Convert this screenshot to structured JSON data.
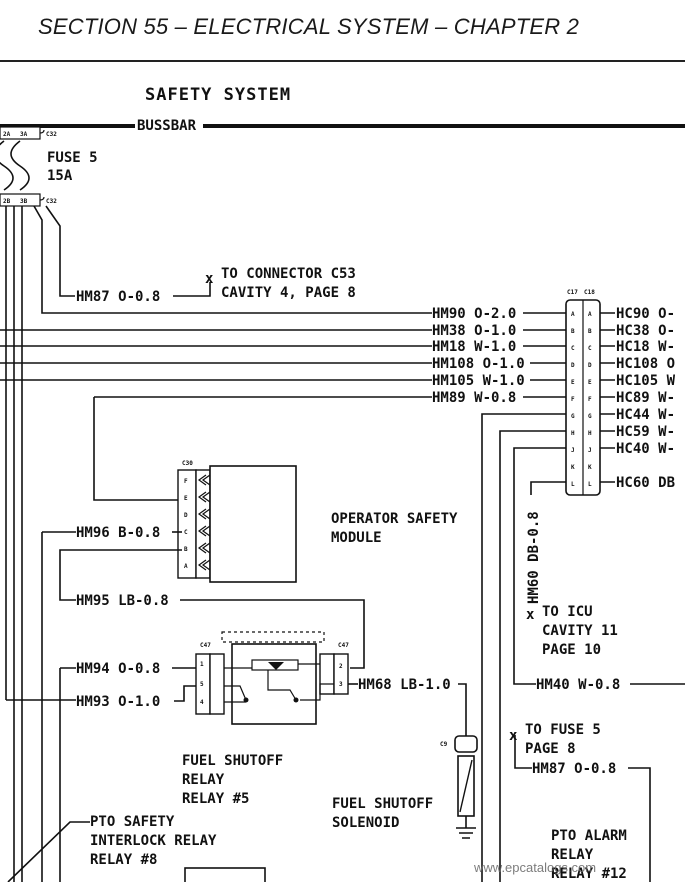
{
  "header": {
    "title": "SECTION 55 – ELECTRICAL SYSTEM – CHAPTER 2"
  },
  "diagram": {
    "title": "SAFETY SYSTEM",
    "bussbar": "BUSSBAR",
    "fuse": {
      "name": "FUSE 5",
      "rating": "15A",
      "top_pins": [
        "2A",
        "3A"
      ],
      "top_conn": "C32",
      "bottom_pins": [
        "2B",
        "3B"
      ],
      "bottom_conn": "C32"
    },
    "c53_note": {
      "line1": "TO CONNECTOR C53",
      "line2": "CAVITY 4, PAGE 8"
    },
    "hm87_top": "HM87 O-0.8",
    "connector_c17": {
      "left_label": "C17",
      "right_label": "C18",
      "pins": [
        "A",
        "B",
        "C",
        "D",
        "E",
        "F",
        "G",
        "H",
        "J",
        "K",
        "L"
      ]
    },
    "left_wires": [
      "HM90 O-2.0",
      "HM38 O-1.0",
      "HM18 W-1.0",
      "HM108 O-1.0",
      "HM105 W-1.0",
      "HM89 W-0.8"
    ],
    "right_wires": [
      "HC90 O-",
      "HC38 O-",
      "HC18 W-",
      "HC108 O",
      "HC105 W",
      "HC89 W-",
      "HC44 W-",
      "HC59 W-",
      "HC40 W-",
      "HC60 DB"
    ],
    "module": {
      "connector": "C30",
      "pins": [
        "F",
        "E",
        "D",
        "C",
        "B",
        "A"
      ],
      "label1": "OPERATOR SAFETY",
      "label2": "MODULE"
    },
    "hm96": "HM96 B-0.8",
    "hm95": "HM95 LB-0.8",
    "hm94": "HM94 O-0.8",
    "hm93": "HM93 O-1.0",
    "hm68": "HM68 LB-1.0",
    "relay": {
      "left_conn": "C47",
      "right_conn": "C47",
      "left_pins": [
        "1",
        "5",
        "4"
      ],
      "right_pins": [
        "2",
        "3"
      ],
      "label1": "FUEL SHUTOFF",
      "label2": "RELAY",
      "label3": "RELAY #5"
    },
    "solenoid": {
      "connector": "C9",
      "label1": "FUEL SHUTOFF",
      "label2": "SOLENOID"
    },
    "hm60": "HM60 DB-0.8",
    "icu_note": {
      "line1": "TO ICU",
      "line2": "CAVITY 11",
      "line3": "PAGE 10"
    },
    "hm40": "HM40 W-0.8",
    "fuse5_note": {
      "line1": "TO FUSE 5",
      "line2": "PAGE 8"
    },
    "hm87_bottom": "HM87 O-0.8",
    "pto_safety": {
      "line1": "PTO SAFETY",
      "line2": "INTERLOCK RELAY",
      "line3": "RELAY #8"
    },
    "pto_alarm": {
      "line1": "PTO ALARM",
      "line2": "RELAY",
      "line3": "RELAY #12"
    },
    "watermark": "www.epcatalogs.com"
  }
}
